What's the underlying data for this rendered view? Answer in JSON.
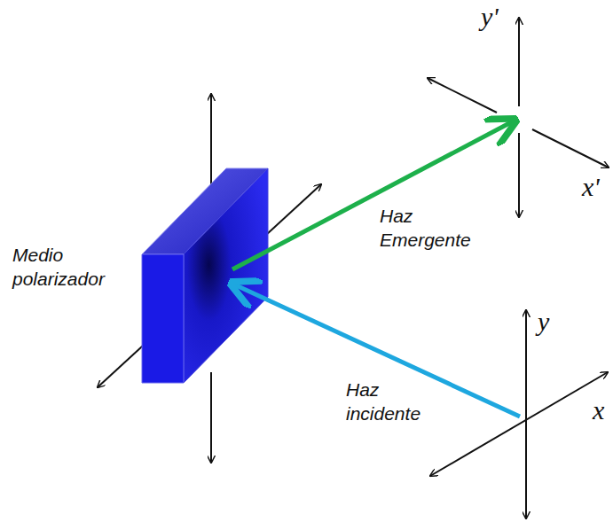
{
  "diagram": {
    "labels": [
      "Medio polarizador",
      "Haz Emergente",
      "Haz incidente",
      "y'",
      "x'",
      "y",
      "x"
    ]
  }
}
